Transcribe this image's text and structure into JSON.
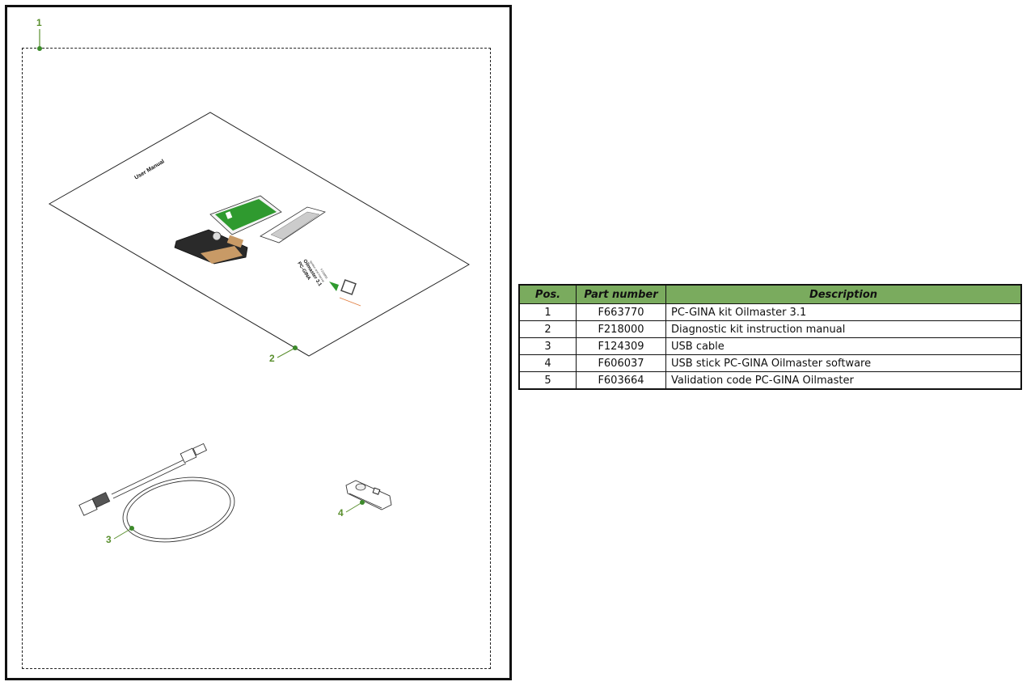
{
  "drawing": {
    "callouts": [
      {
        "num": "1",
        "label": "kit"
      },
      {
        "num": "2",
        "label": "manual"
      },
      {
        "num": "3",
        "label": "usb-cable"
      },
      {
        "num": "4",
        "label": "usb-stick"
      }
    ],
    "manual_cover": {
      "title": "User Manual",
      "product_line1": "PC-GINA",
      "product_line2": "Oilmaster 3.1",
      "product_line3": "Ignition and Interval",
      "code": "F218000"
    },
    "accent_color": "#5a8f2e"
  },
  "table": {
    "header_color": "#7aab5e",
    "headers": {
      "pos": "Pos.",
      "part": "Part number",
      "desc": "Description"
    },
    "rows": [
      {
        "pos": "1",
        "part": "F663770",
        "desc": "PC-GINA kit Oilmaster 3.1"
      },
      {
        "pos": "2",
        "part": "F218000",
        "desc": "Diagnostic kit instruction manual"
      },
      {
        "pos": "3",
        "part": "F124309",
        "desc": "USB cable"
      },
      {
        "pos": "4",
        "part": "F606037",
        "desc": "USB stick PC-GINA Oilmaster software"
      },
      {
        "pos": "5",
        "part": "F603664",
        "desc": "Validation code PC-GINA Oilmaster"
      }
    ]
  }
}
